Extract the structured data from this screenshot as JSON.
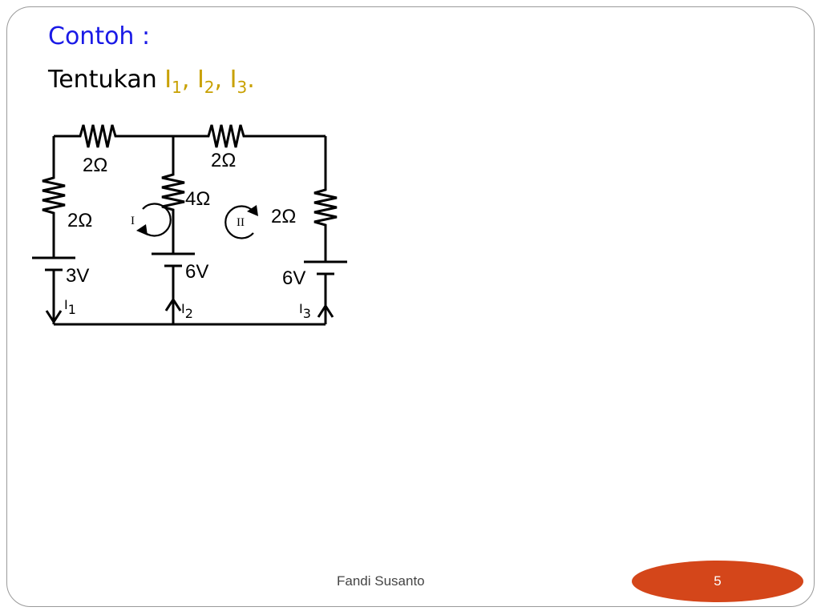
{
  "slide": {
    "title": "Contoh :",
    "instruction": {
      "prefix": "Tentukan ",
      "var_letter": "I",
      "sub_1": "1",
      "sub_2": "2",
      "sub_3": "3",
      "sep": ", ",
      "end": "."
    },
    "footer": {
      "author": "Fandi Susanto",
      "page_number": "5"
    },
    "colors": {
      "title": "#1a1ae6",
      "variables": "#c8a000",
      "badge": "#d4461a"
    }
  },
  "circuit": {
    "resistors": {
      "top_left": "2Ω",
      "top_right": "2Ω",
      "left": "2Ω",
      "middle": "4Ω",
      "right": "2Ω"
    },
    "batteries": {
      "left": "3V",
      "middle": "6V",
      "right": "6V"
    },
    "loops": {
      "loop1": "I",
      "loop2": "II"
    },
    "currents": {
      "letter": "I",
      "i1_sub": "1",
      "i2_sub": "2",
      "i3_sub": "3"
    }
  }
}
